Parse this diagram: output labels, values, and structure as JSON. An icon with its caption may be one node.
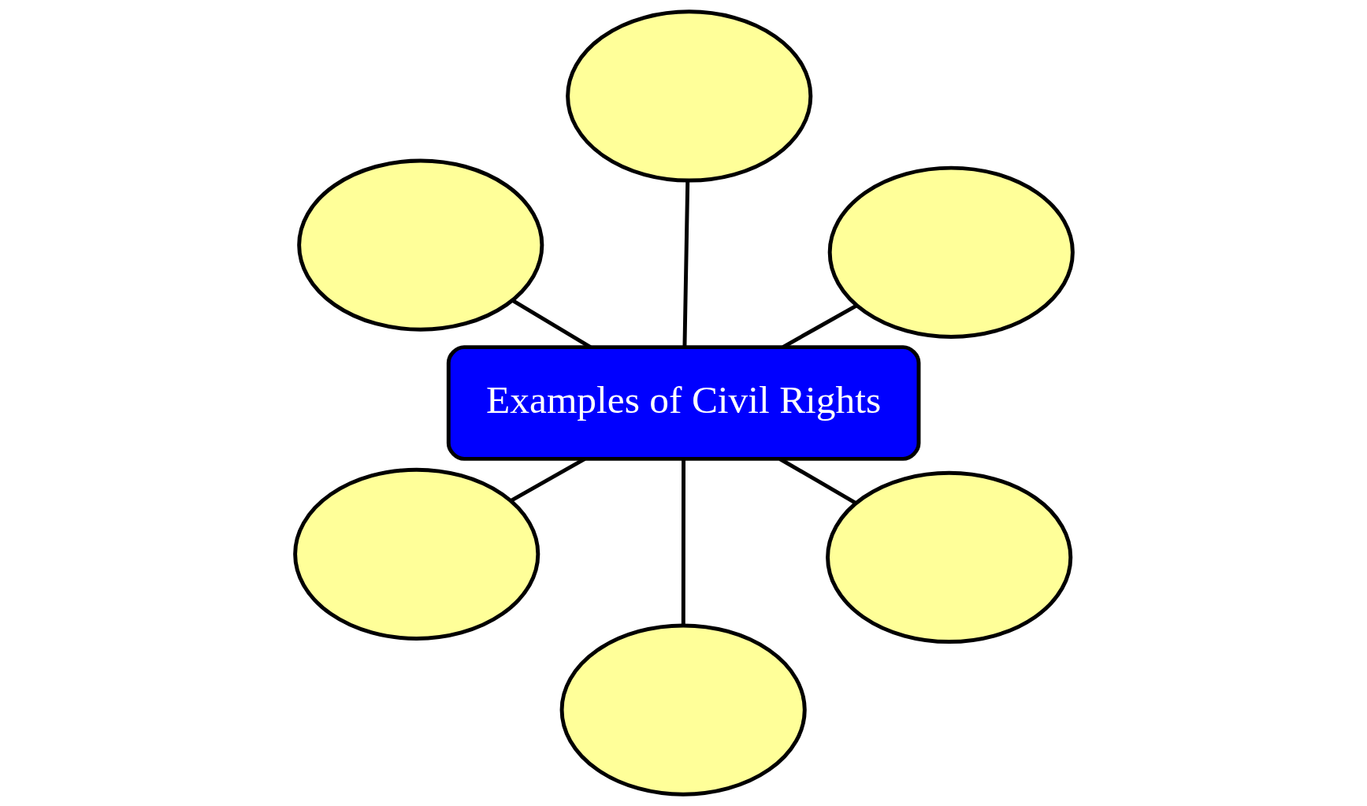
{
  "diagram": {
    "nodes": [
      {
        "text": [
          "Examples of Civil Rights"
        ]
      },
      {
        "text": [],
        "shape": "ellipse"
      },
      {
        "text": [],
        "shape": "ellipse"
      },
      {
        "text": [],
        "shape": "ellipse"
      },
      {
        "text": [],
        "shape": "ellipse"
      },
      {
        "text": [],
        "shape": "ellipse"
      },
      {
        "text": [],
        "shape": "ellipse"
      }
    ],
    "edges": [
      {
        "from": 0,
        "to": 1,
        "arrow": "none"
      },
      {
        "from": 0,
        "to": 2,
        "arrow": "none"
      },
      {
        "from": 0,
        "to": 3,
        "arrow": "none"
      },
      {
        "from": 0,
        "to": 4,
        "arrow": "none"
      },
      {
        "from": 0,
        "to": 5,
        "arrow": "none"
      },
      {
        "from": 0,
        "to": 6,
        "arrow": "none"
      }
    ]
  }
}
